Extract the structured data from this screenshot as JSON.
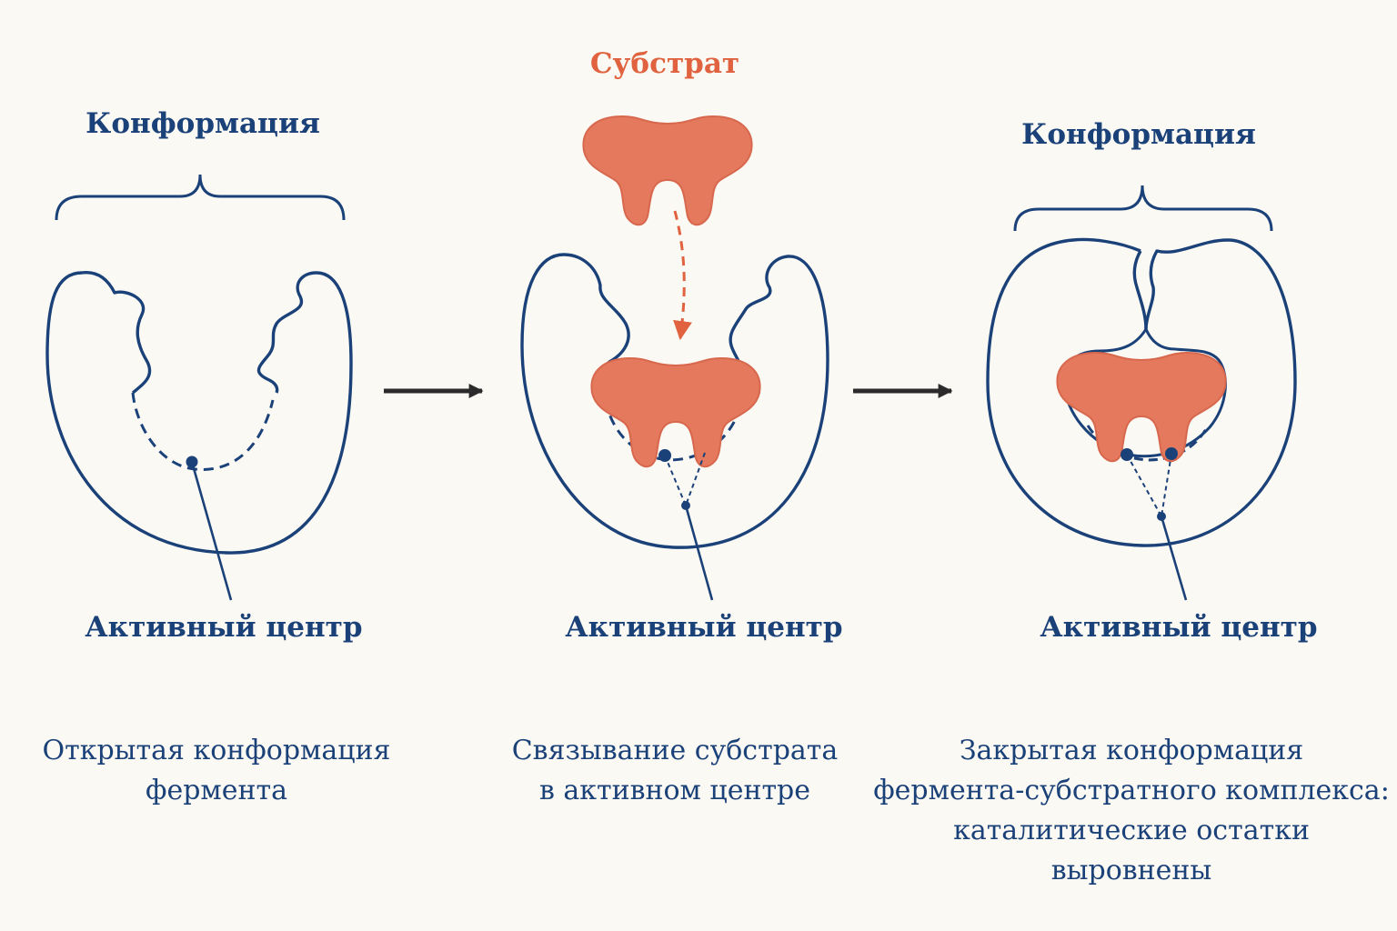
{
  "colors": {
    "navy": "#1b4179",
    "substrate": "#e4795e",
    "substrate_stroke": "#d8684d",
    "arrow": "#2b2b2b",
    "background": "#fbf9f4"
  },
  "panels": [
    {
      "heading": "Конформация",
      "site_label": "Активный центр",
      "caption": [
        "Открытая конформация",
        "фермента"
      ]
    },
    {
      "heading": "Субстрат",
      "site_label": "Активный центр",
      "caption": [
        "Связывание субстрата",
        "в активном центре"
      ]
    },
    {
      "heading": "Конформация",
      "site_label": "Активный центр",
      "caption": [
        "Закрытая конформация",
        "фермента-субстратного комплекса:",
        "каталитические остатки",
        "выровнены"
      ]
    }
  ],
  "icons": [
    "right-arrow-icon",
    "down-dashed-arrow-icon"
  ]
}
